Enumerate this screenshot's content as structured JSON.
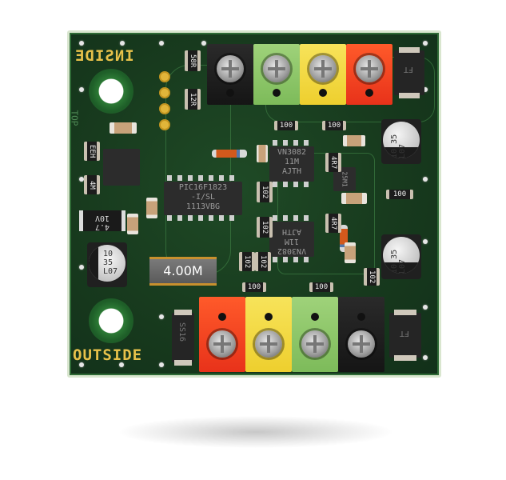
{
  "image": {
    "subject": "printed circuit board module",
    "background_color": "#ffffff",
    "board_color": "#17391d",
    "silkscreen_color": "#e7c14a"
  },
  "silkscreen": {
    "top_label": "INSIDE",
    "top_label_mirrored": true,
    "bottom_label": "OUTSIDE",
    "side_label": "TOP"
  },
  "components": {
    "microcontroller": {
      "line1": "PIC16F1823",
      "line2": "-I/SL",
      "line3": "1113VBG"
    },
    "transceiver_top": {
      "line1": "VN3082",
      "line2": "11M",
      "line3": "AJTH"
    },
    "transceiver_bottom": {
      "line1": "VN3082",
      "line2": "11M",
      "line3": "AJTH"
    },
    "crystal": {
      "label": "4.00M"
    },
    "electrolytic_caps": [
      {
        "line1": "10",
        "line2": "35",
        "line3": "L07"
      },
      {
        "line1": "10",
        "line2": "35",
        "line3": "L07"
      },
      {
        "line1": "10",
        "line2": "35",
        "line3": "L07"
      }
    ],
    "tantalum_cap": {
      "line1": "4.7",
      "line2": "10V"
    },
    "diodes": [
      {
        "label": "FT"
      },
      {
        "label": "FT"
      },
      {
        "label": "SS16"
      }
    ],
    "transistor": {
      "label": "25M1"
    },
    "resistors": {
      "r100": "100",
      "r102": "102",
      "r4R7": "4R7",
      "r58R": "58R",
      "r12R": "12R",
      "rEEH": "EEH",
      "r4M": "4M"
    }
  },
  "terminal_blocks": {
    "top": [
      "black",
      "green",
      "yellow",
      "red"
    ],
    "bottom": [
      "red",
      "yellow",
      "green",
      "black"
    ],
    "colors": {
      "black": "#1e1e1e",
      "green": "#8cc766",
      "yellow": "#f3d940",
      "red": "#f24522"
    }
  }
}
